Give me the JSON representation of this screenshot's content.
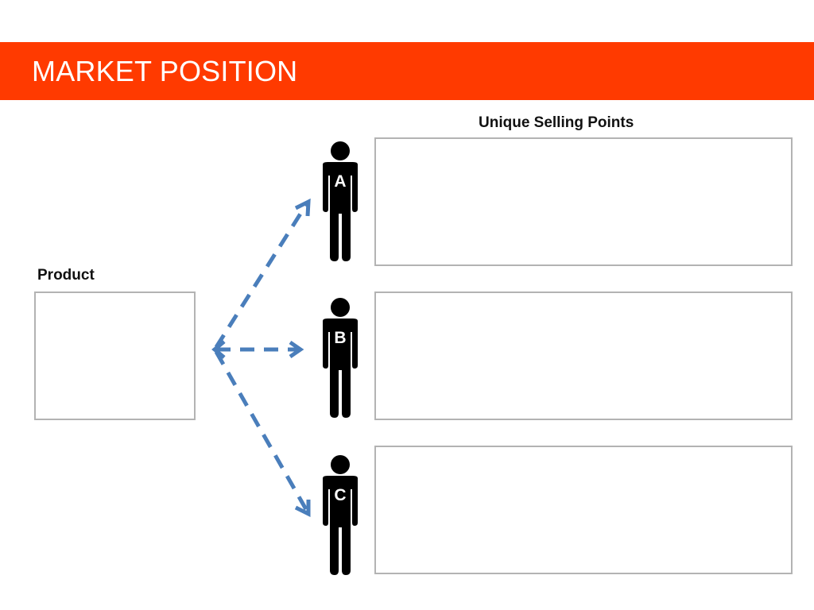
{
  "slide": {
    "title": "MARKET POSITION",
    "header_color": "#ff3a00"
  },
  "product": {
    "label": "Product",
    "content": ""
  },
  "usp": {
    "label": "Unique Selling Points",
    "segments": [
      {
        "letter": "A",
        "content": ""
      },
      {
        "letter": "B",
        "content": ""
      },
      {
        "letter": "C",
        "content": ""
      }
    ]
  },
  "arrows": {
    "color": "#4a7ebb",
    "style": "dashed",
    "targets": [
      "A",
      "B",
      "C"
    ]
  }
}
